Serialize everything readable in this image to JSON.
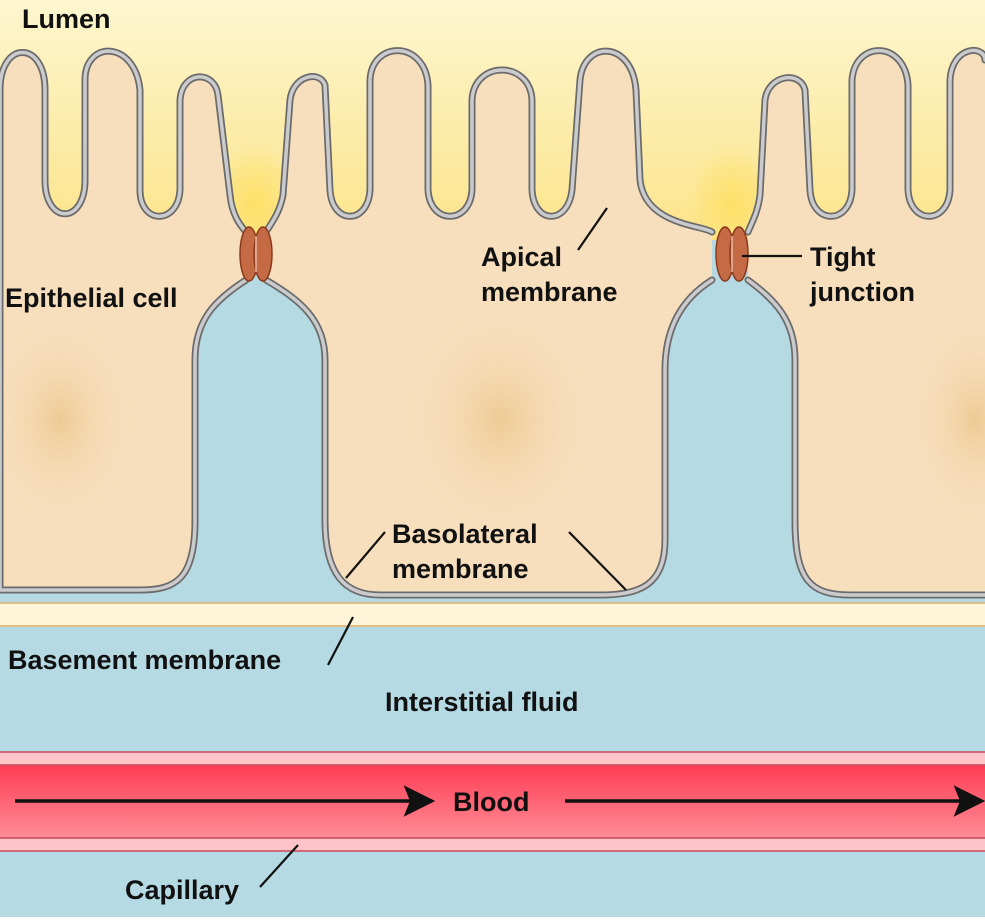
{
  "title": "Epithelial transport structure",
  "labels": {
    "lumen": "Lumen",
    "epithelial_cell": "Epithelial cell",
    "apical_line1": "Apical",
    "apical_line2": "membrane",
    "tight_line1": "Tight",
    "tight_line2": "junction",
    "basolateral_line1": "Basolateral",
    "basolateral_line2": "membrane",
    "basement_membrane": "Basement membrane",
    "interstitial_fluid": "Interstitial fluid",
    "blood": "Blood",
    "capillary": "Capillary"
  },
  "colors": {
    "lumen_top": "#fdf3c4",
    "lumen_glow": "#fbe27a",
    "cell_fill": "#f7dfbd",
    "cell_shade": "#efcd9a",
    "membrane_fill": "#c9c9cb",
    "membrane_edge": "#6b6b6b",
    "interstitial": "#b5dae3",
    "basement": "#fff6da",
    "basement_edge": "#dcc089",
    "capillary_wall": "#ffc4c8",
    "capillary_edge": "#c94a5a",
    "blood_top": "#ff3d56",
    "blood_bottom": "#ff8a93",
    "tight_junction": "#c46a45",
    "tight_junction_edge": "#8c3a1e"
  }
}
